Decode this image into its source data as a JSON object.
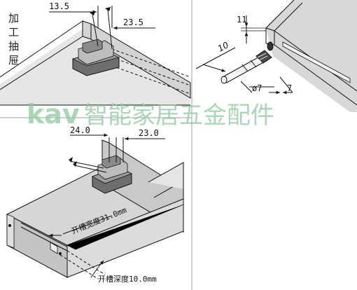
{
  "panel_top_left": {
    "vertical_label": [
      "加",
      "工",
      "抽",
      "屉"
    ],
    "dim_left": "13.5",
    "dim_right": "23.5"
  },
  "panel_top_right": {
    "dim_top": "11",
    "dim_drill_length": "10",
    "dim_diameter": "ø7",
    "dim_depth": "7"
  },
  "panel_bottom_left": {
    "dim_left": "24.0",
    "dim_right": "23.0",
    "groove_width_label": "开槽宽度31.0mm",
    "groove_depth_label": "开槽深度10.0mm"
  },
  "watermark": {
    "latin": "kav",
    "cjk": "智能家居五金配件"
  },
  "colors": {
    "line": "#111111",
    "panel_fill": "#d9d9d9",
    "panel_edge": "#e8e8e8",
    "clip_dark": "#5a5a5a",
    "clip_mid": "#8a8a8a",
    "watermark": "#8fc9a0",
    "divider": "#bfbfbf"
  }
}
